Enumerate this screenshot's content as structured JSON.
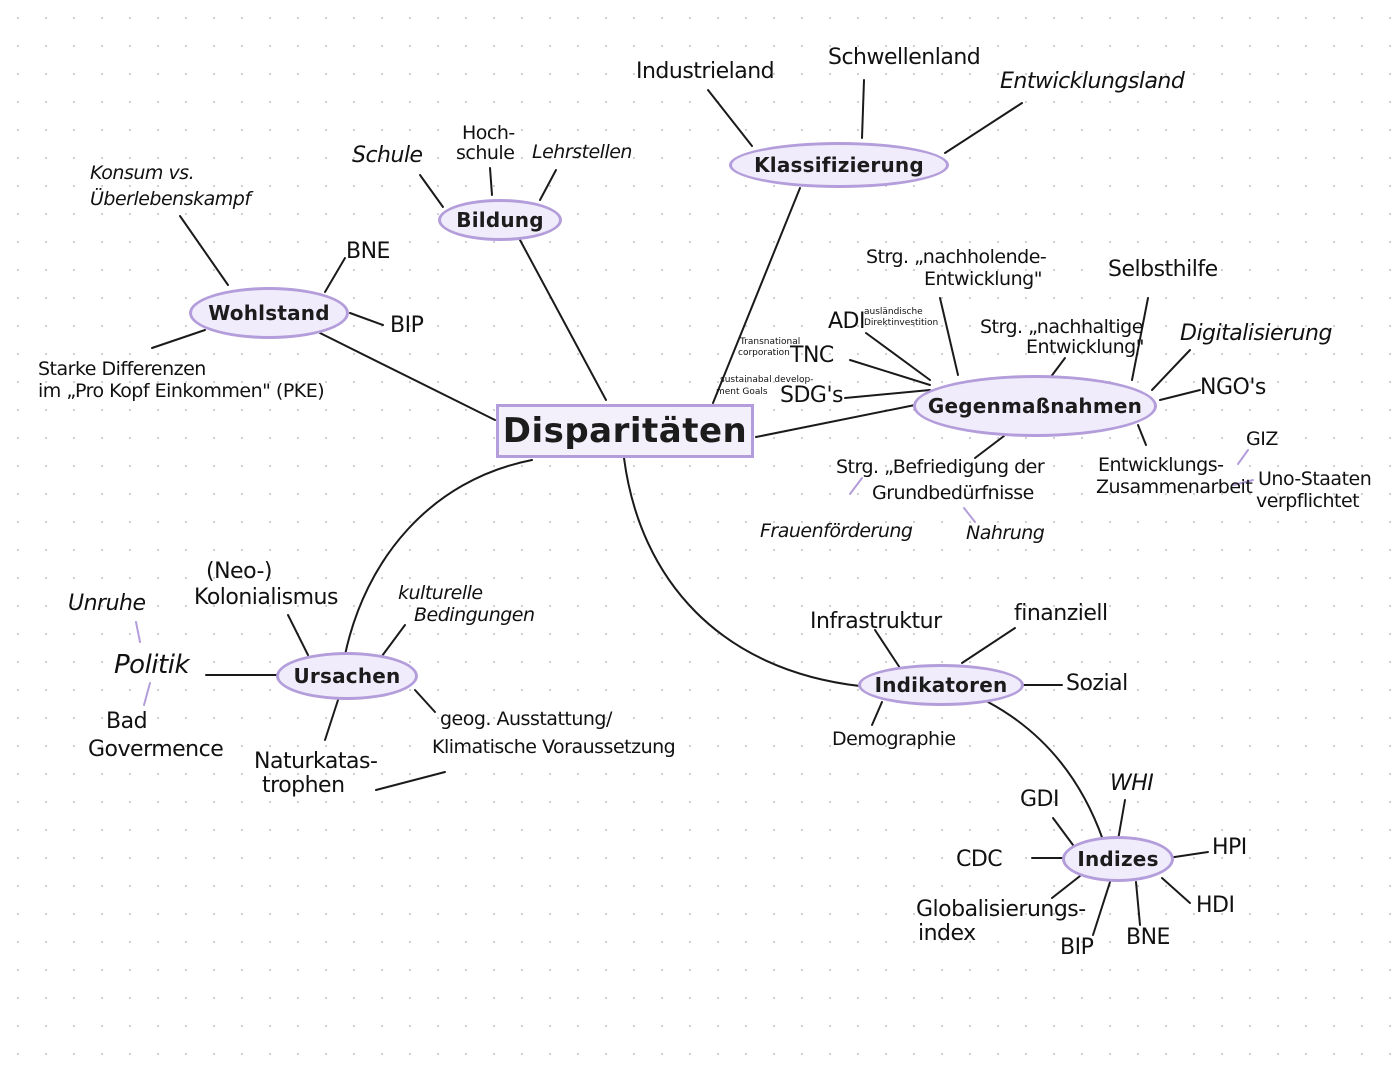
{
  "colors": {
    "node_border": "#b39ddb",
    "node_fill": "#f1ecfb",
    "line": "#1a1a1a",
    "accent_line": "#b39ddb"
  },
  "center": "Disparitäten",
  "nodes": {
    "wohlstand": "Wohlstand",
    "bildung": "Bildung",
    "klassifizierung": "Klassifizierung",
    "gegenmassnahmen": "Gegenmaßnahmen",
    "ursachen": "Ursachen",
    "indikatoren": "Indikatoren",
    "indizes": "Indizes"
  },
  "wohlstand": {
    "konsum": "Konsum vs.",
    "ueberleben": "Überlebenskampf",
    "bne": "BNE",
    "bip": "BIP",
    "diff1": "Starke Differenzen",
    "diff2": "im „Pro Kopf Einkommen\" (PKE)"
  },
  "bildung": {
    "schule": "Schule",
    "hoch1": "Hoch-",
    "hoch2": "schule",
    "lehrstellen": "Lehrstellen"
  },
  "klassifizierung": {
    "industrieland": "Industrieland",
    "schwellenland": "Schwellenland",
    "entwicklungsland": "Entwicklungsland"
  },
  "gegenmassnahmen": {
    "nachholende1": "Strg. „nachholende-",
    "nachholende2": "Entwicklung\"",
    "selbsthilfe": "Selbsthilfe",
    "adi": "ADI",
    "adi_note1": "ausländische",
    "adi_note2": "Direktinvestition",
    "nachhaltig1": "Strg. „nachhaltige",
    "nachhaltig2": "Entwicklung\"",
    "digitalisierung": "Digitalisierung",
    "tnc_note1": "Transnational",
    "tnc_note2": "corporation",
    "tnc": "TNC",
    "ngos": "NGO's",
    "sdg_note1": "sustainabal develop-",
    "sdg_note2": "ment Goals",
    "sdgs": "SDG's",
    "giz": "GIZ",
    "grund1": "Strg. „Befriedigung der",
    "grund2": "Grundbedürfnisse",
    "ez1": "Entwicklungs-",
    "ez2": "Zusammenarbeit",
    "uno1": "Uno-Staaten",
    "uno2": "verpflichtet",
    "frauen": "Frauenförderung",
    "nahrung": "Nahrung"
  },
  "ursachen": {
    "neo": "(Neo-)",
    "kolonialismus": "Kolonialismus",
    "unruhe": "Unruhe",
    "kultur1": "kulturelle",
    "kultur2": "Bedingungen",
    "politik": "Politik",
    "bad1": "Bad",
    "bad2": "Govermence",
    "geog1": "geog. Ausstattung/",
    "geog2": "Klimatische Voraussetzung",
    "natur1": "Naturkatas-",
    "natur2": "trophen"
  },
  "indikatoren": {
    "infrastruktur": "Infrastruktur",
    "finanziell": "finanziell",
    "sozial": "Sozial",
    "demographie": "Demographie"
  },
  "indizes": {
    "gdi": "GDI",
    "whi": "WHI",
    "cdc": "CDC",
    "hpi": "HPI",
    "hdi": "HDI",
    "glob1": "Globalisierungs-",
    "glob2": "index",
    "bip": "BIP",
    "bne": "BNE"
  }
}
